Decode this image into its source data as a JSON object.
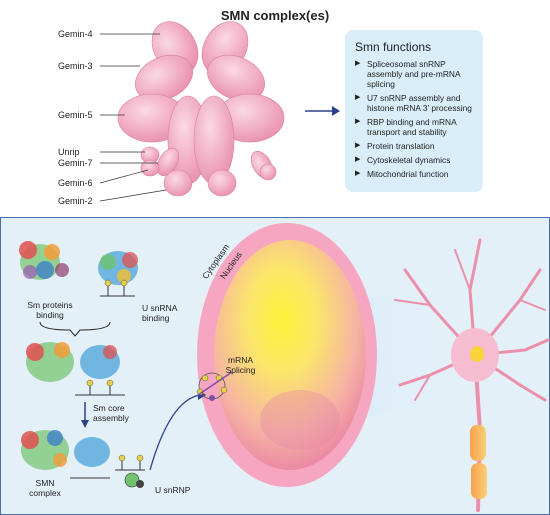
{
  "title": "SMN complex(es)",
  "gemins": [
    "Gemin-4",
    "Gemin-3",
    "Gemin-5",
    "Unrip",
    "Gemin-7",
    "Gemin-6",
    "Gemin-2"
  ],
  "functions": {
    "heading": "Smn functions",
    "items": [
      "Spliceosomal snRNP assembly and pre-mRNA splicing",
      "U7 snRNP assembly and histone mRNA 3’ processing",
      "RBP binding and mRNA transport and stability",
      "Protein translation",
      "Cytoskeletal dynamics",
      "Mitochondrial function"
    ]
  },
  "panel": {
    "sm_binding": "Sm proteins binding",
    "u_snrna_binding": "U snRNA binding",
    "sm_core_assembly": "Sm core assembly",
    "smn_complex": "SMN complex",
    "u_snrnp": "U snRNP",
    "cytoplasm": "Cytoplasm",
    "nucleus": "Nucleus",
    "mrna_splicing": "mRNA Splicing"
  },
  "colors": {
    "pink": "#f2aec4",
    "panel": "#e4f0f8",
    "box": "#d9eef8",
    "arrow": "#2b3f8f"
  }
}
